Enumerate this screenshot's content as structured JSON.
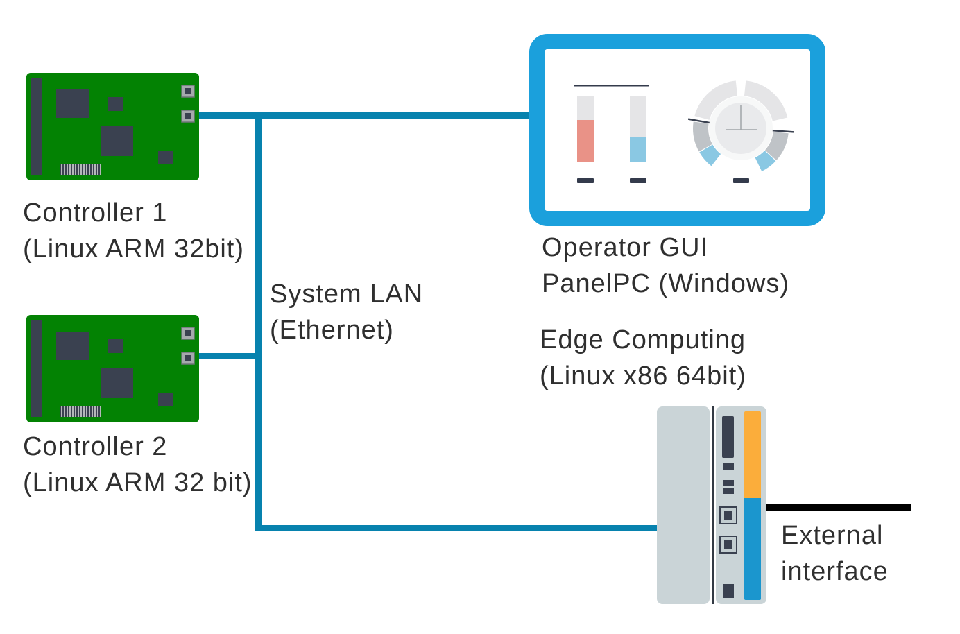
{
  "nodes": {
    "controller1": {
      "title": "Controller 1",
      "subtitle": "(Linux ARM 32bit)"
    },
    "controller2": {
      "title": "Controller 2",
      "subtitle": "(Linux ARM 32 bit)"
    },
    "operator_gui": {
      "title": "Operator GUI",
      "subtitle": "PanelPC (Windows)"
    },
    "edge_computing": {
      "title": "Edge Computing",
      "subtitle": "(Linux x86 64bit)"
    },
    "external_interface": {
      "title": "External",
      "subtitle": "interface"
    }
  },
  "network": {
    "title": "System LAN",
    "subtitle": "(Ethernet)"
  },
  "icons": [
    "circuit-board-icon",
    "hmi-panel-icon",
    "bar-gauge-icon",
    "dial-gauge-icon",
    "industrial-pc-icon"
  ],
  "palette": {
    "lan_line": "#0782AE",
    "panel_border": "#1BA0DC",
    "board_green": "#038203",
    "component_slate": "#3A4150",
    "gauge_salmon": "#E99287",
    "gauge_light_blue": "#8AC8E3",
    "gauge_light_gray": "#E5E5E7",
    "gauge_dark_gray": "#BFC3C7",
    "device_gray": "#CAD4D7",
    "device_orange": "#FBAD3B",
    "device_blue": "#1B96CE",
    "external_line": "#000000",
    "label_text": "#2F2F2F"
  }
}
